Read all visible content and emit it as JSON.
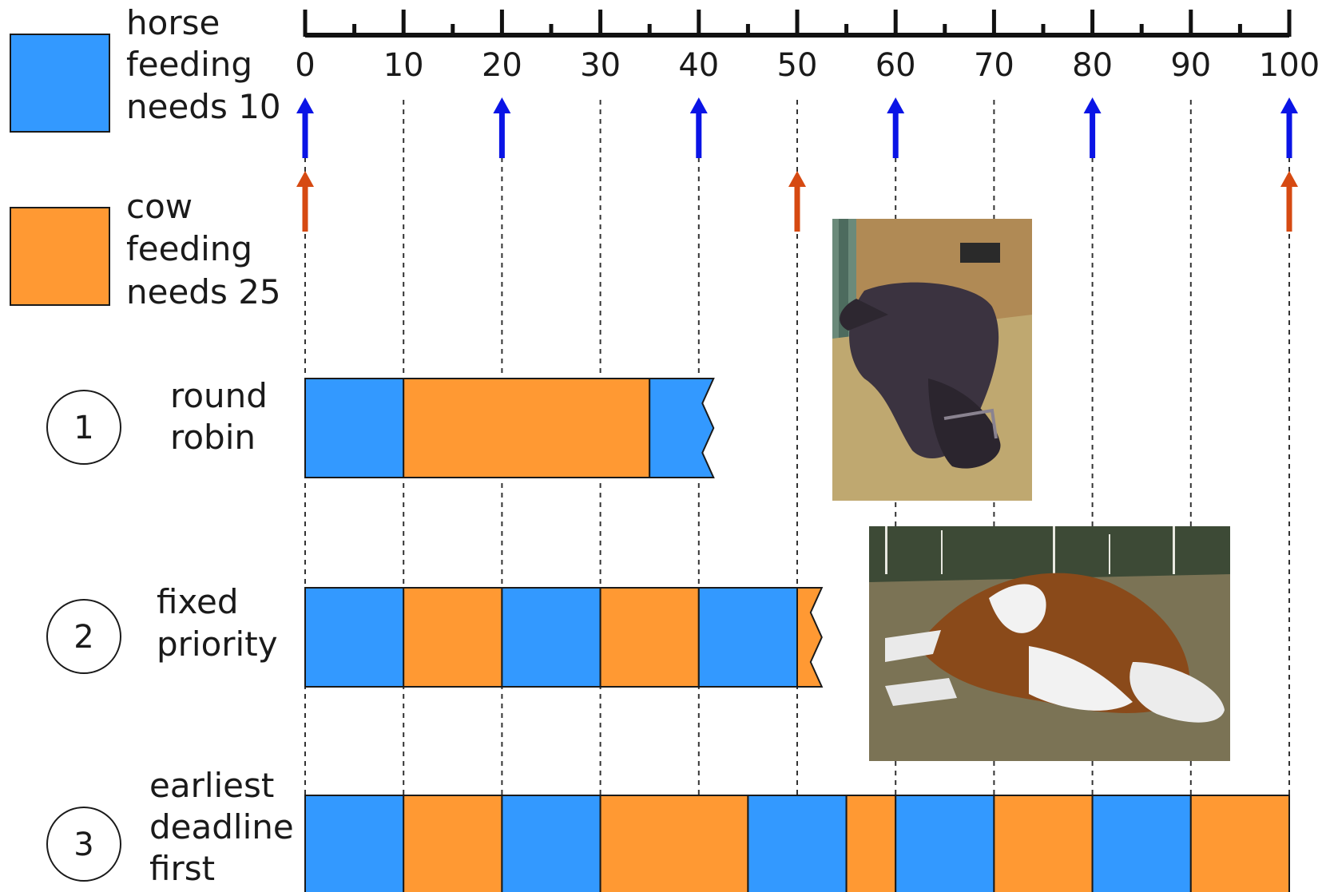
{
  "colors": {
    "horse": "#3399ff",
    "cow": "#ff9933",
    "horse_arrow": "#0a14e6",
    "cow_arrow": "#d64a12",
    "outline": "#1a1a1a"
  },
  "timeline": {
    "min": 0,
    "max": 100,
    "major_ticks": [
      0,
      10,
      20,
      30,
      40,
      50,
      60,
      70,
      80,
      90,
      100
    ],
    "minor_ticks": [
      5,
      15,
      25,
      35,
      45,
      55,
      65,
      75,
      85,
      95
    ],
    "tick_labels": [
      "0",
      "10",
      "20",
      "30",
      "40",
      "50",
      "60",
      "70",
      "80",
      "90",
      "100"
    ]
  },
  "legend": {
    "horse": {
      "lines": [
        "horse",
        "feeding",
        "needs 10"
      ]
    },
    "cow": {
      "lines": [
        "cow",
        "feeding",
        "needs 25"
      ]
    }
  },
  "arrivals": {
    "horse": [
      0,
      20,
      40,
      60,
      80,
      100
    ],
    "cow": [
      0,
      50,
      100
    ]
  },
  "policies": [
    {
      "number": "1",
      "label_lines": [
        "round",
        "robin"
      ],
      "segments": [
        {
          "animal": "horse",
          "start": 0,
          "end": 10
        },
        {
          "animal": "cow",
          "start": 10,
          "end": 35
        },
        {
          "animal": "horse",
          "start": 35,
          "end": 41.5,
          "torn": true
        }
      ]
    },
    {
      "number": "2",
      "label_lines": [
        "fixed",
        "priority"
      ],
      "segments": [
        {
          "animal": "horse",
          "start": 0,
          "end": 10
        },
        {
          "animal": "cow",
          "start": 10,
          "end": 20
        },
        {
          "animal": "horse",
          "start": 20,
          "end": 30
        },
        {
          "animal": "cow",
          "start": 30,
          "end": 40
        },
        {
          "animal": "horse",
          "start": 40,
          "end": 50
        },
        {
          "animal": "cow",
          "start": 50,
          "end": 52.5,
          "torn": true
        }
      ]
    },
    {
      "number": "3",
      "label_lines": [
        "earliest",
        "deadline",
        "first"
      ],
      "segments": [
        {
          "animal": "horse",
          "start": 0,
          "end": 10
        },
        {
          "animal": "cow",
          "start": 10,
          "end": 20
        },
        {
          "animal": "horse",
          "start": 20,
          "end": 30
        },
        {
          "animal": "cow",
          "start": 30,
          "end": 45
        },
        {
          "animal": "horse",
          "start": 45,
          "end": 55
        },
        {
          "animal": "cow",
          "start": 55,
          "end": 60
        },
        {
          "animal": "horse",
          "start": 60,
          "end": 70
        },
        {
          "animal": "cow",
          "start": 70,
          "end": 80
        },
        {
          "animal": "horse",
          "start": 80,
          "end": 90
        },
        {
          "animal": "cow",
          "start": 90,
          "end": 100
        }
      ]
    }
  ],
  "photos": {
    "dead_horse": {
      "subject": "horse lying on straw in a stall"
    },
    "dead_cow": {
      "subject": "brown and white cow lying on grass"
    }
  }
}
